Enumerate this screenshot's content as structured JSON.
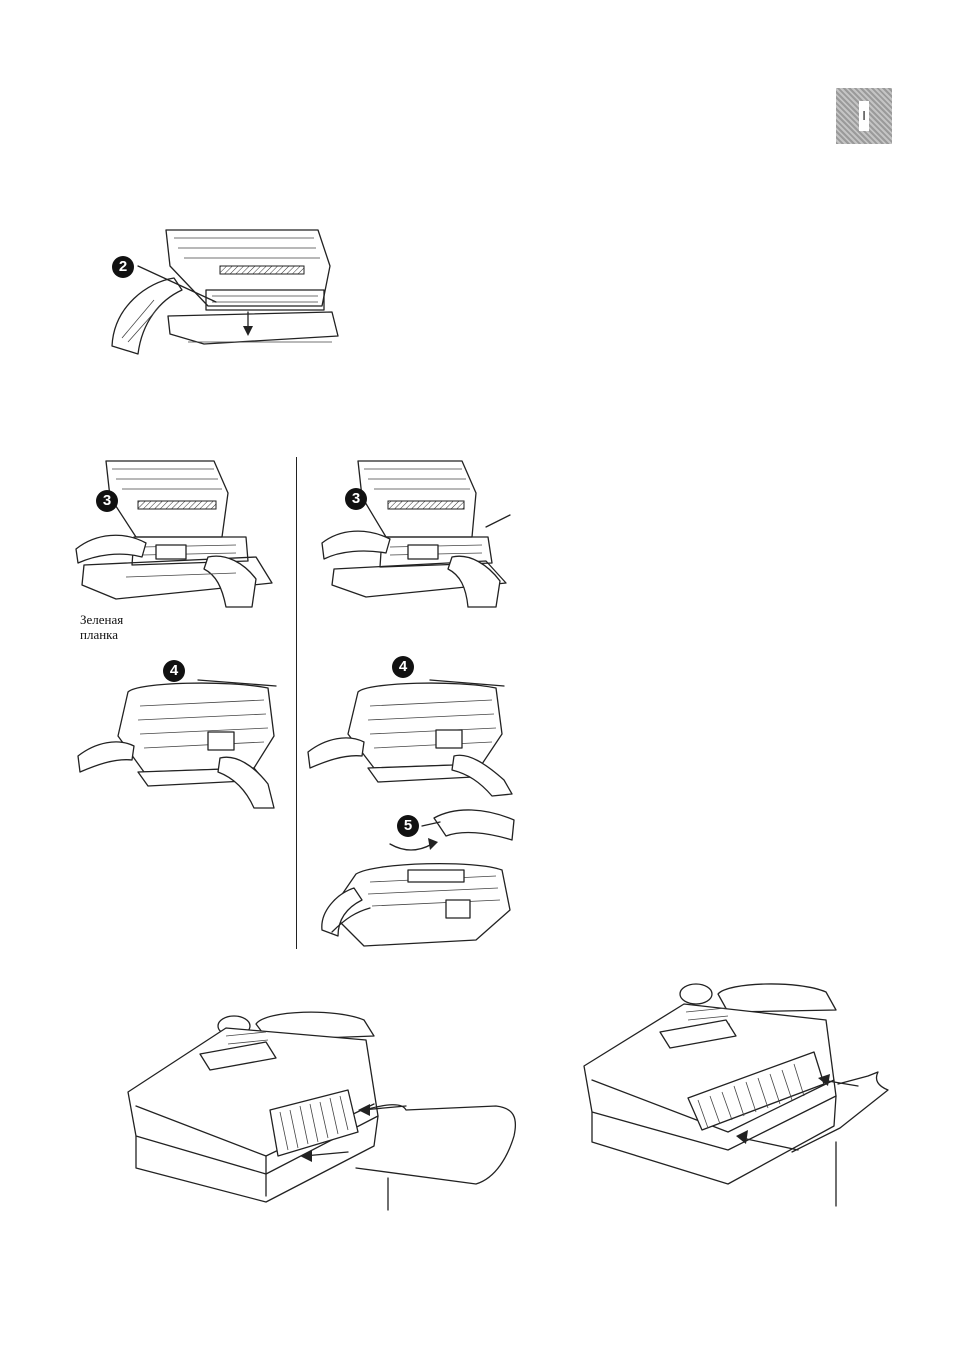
{
  "page": {
    "tab_label": "I",
    "steps": {
      "step_2": "2",
      "step_3_left": "3",
      "step_3_right": "3",
      "step_4_left": "4",
      "step_4_right": "4",
      "step_5": "5"
    },
    "caption_lines": [
      "Зеленая",
      "планка"
    ]
  },
  "figures": [
    "fax-open-cover-illustration",
    "fax-ribbon-install-left",
    "fax-ribbon-install-right",
    "fax-close-cover-left",
    "fax-close-cover-right",
    "fax-handset-closed",
    "fax-paper-tray-wire",
    "fax-paper-insert"
  ]
}
